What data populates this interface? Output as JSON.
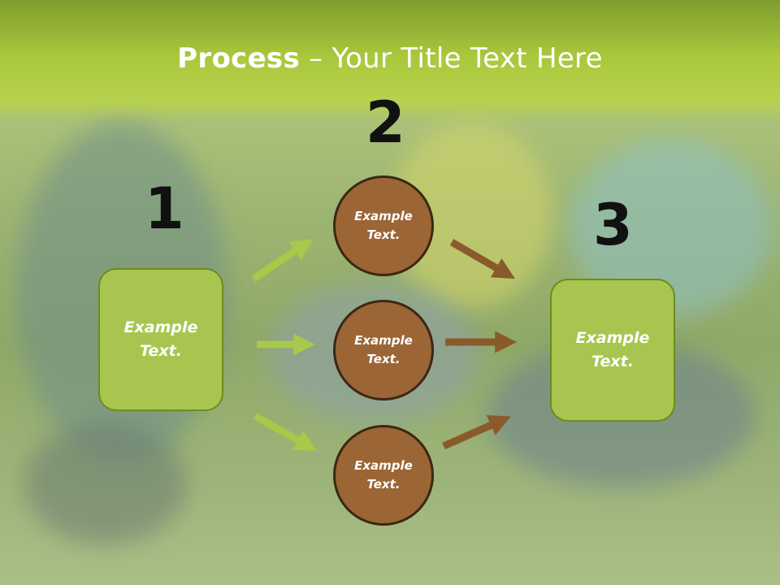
{
  "slide": {
    "title_bold": "Process",
    "title_rest": " – Your Title Text Here",
    "steps": [
      {
        "number": "1",
        "text_line1": "Example",
        "text_line2": "Text."
      },
      {
        "number": "2",
        "text_line1": "Example",
        "text_line2": "Text."
      },
      {
        "number": "3",
        "text_line1": "Example",
        "text_line2": "Text."
      }
    ],
    "circles": [
      {
        "text_line1": "Example",
        "text_line2": "Text."
      },
      {
        "text_line1": "Example",
        "text_line2": "Text."
      },
      {
        "text_line1": "Example",
        "text_line2": "Text."
      }
    ]
  },
  "colors": {
    "green_accent": "#a8c64f",
    "brown_accent": "#9b6535",
    "green_arrow": "#a8c84a",
    "brown_arrow": "#8a5a2b"
  }
}
